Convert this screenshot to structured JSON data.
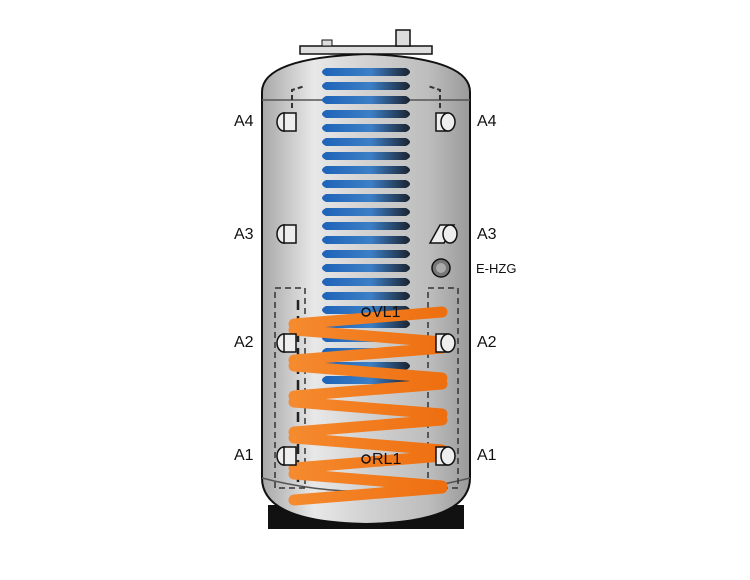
{
  "labels": {
    "left": [
      "A4",
      "A3",
      "A2",
      "A1"
    ],
    "right": [
      "A4",
      "A3",
      "A2",
      "A1"
    ],
    "heater": "E-HZG",
    "flow": "VL1",
    "return": "RL1"
  },
  "colors": {
    "tank_body": "#c9c9c9",
    "tank_highlight": "#ececec",
    "outline": "#111111",
    "coil_blue": "#2f6fb3",
    "coil_dark": "#1d2b3a",
    "coil_orange": "#f07a1e",
    "background": "#ffffff"
  },
  "icons": [
    "connection-port-icon",
    "heater-port-icon",
    "sensor-circle-icon"
  ]
}
